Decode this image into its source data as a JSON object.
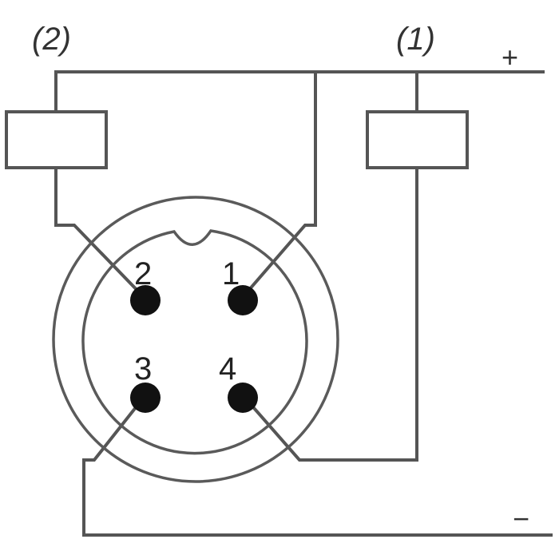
{
  "diagram": {
    "loads": [
      {
        "label": "(2)"
      },
      {
        "label": "(1)"
      }
    ],
    "pins": [
      {
        "label": "1"
      },
      {
        "label": "2"
      },
      {
        "label": "3"
      },
      {
        "label": "4"
      }
    ],
    "polarity": {
      "positive": "+",
      "negative": "−"
    },
    "colors": {
      "wire": "#555555",
      "pin": "#111111",
      "background": "#ffffff"
    }
  }
}
